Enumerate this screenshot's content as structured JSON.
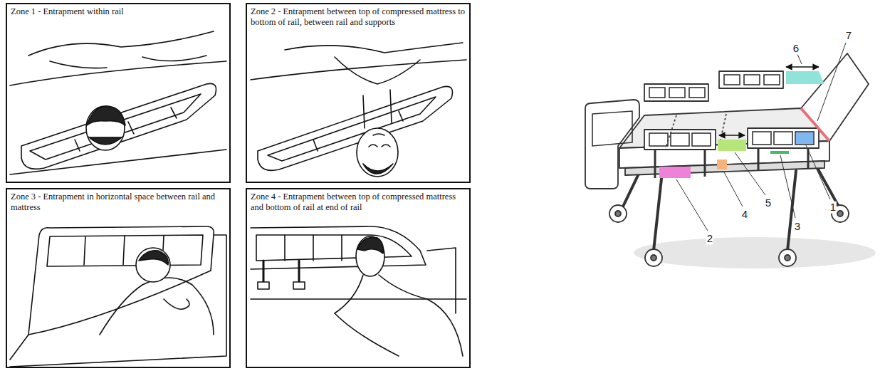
{
  "diagram": {
    "nodes": [
      {
        "text": [
          "Zone 1 - Entrapment within rail"
        ]
      },
      {
        "text": [
          "Zone 2 - Entrapment between top of compressed mattress to bottom of rail, between rail and supports"
        ]
      },
      {
        "text": [
          "Zone 3 - Entrapment in horizontal space between rail and mattress"
        ]
      },
      {
        "text": [
          "Zone 4 - Entrapment between top of compressed mattress and bottom of rail at end of rail"
        ]
      }
    ],
    "labels": [
      "6",
      "7",
      "1",
      "5",
      "4",
      "3",
      "2"
    ]
  }
}
